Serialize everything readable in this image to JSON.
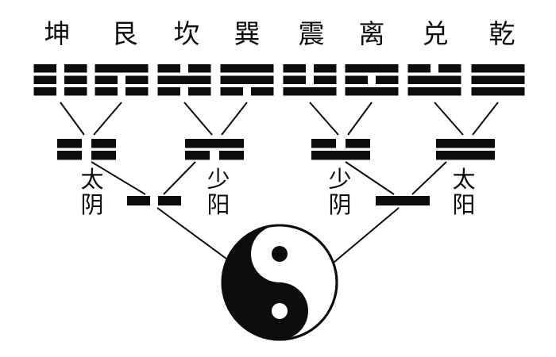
{
  "palette": {
    "ink": "#0c0c0c",
    "background": "#ffffff"
  },
  "diagram": {
    "trigrams": [
      {
        "id": "kun",
        "label": "坤",
        "lines": [
          "broken",
          "broken",
          "broken"
        ]
      },
      {
        "id": "gen",
        "label": "艮",
        "lines": [
          "solid",
          "broken",
          "broken"
        ]
      },
      {
        "id": "kan",
        "label": "坎",
        "lines": [
          "broken",
          "solid",
          "broken"
        ]
      },
      {
        "id": "xun",
        "label": "巽",
        "lines": [
          "solid",
          "solid",
          "broken"
        ]
      },
      {
        "id": "zhen",
        "label": "震",
        "lines": [
          "broken",
          "broken",
          "solid"
        ]
      },
      {
        "id": "li",
        "label": "离",
        "lines": [
          "solid",
          "broken",
          "solid"
        ]
      },
      {
        "id": "dui",
        "label": "兑",
        "lines": [
          "broken",
          "solid",
          "solid"
        ]
      },
      {
        "id": "qian",
        "label": "乾",
        "lines": [
          "solid",
          "solid",
          "solid"
        ]
      }
    ],
    "sixiang": [
      {
        "id": "taiyin",
        "label": "太阴",
        "lines": [
          "broken",
          "broken"
        ],
        "parents": [
          "kun",
          "gen"
        ]
      },
      {
        "id": "shaoyang",
        "label": "少阳",
        "lines": [
          "solid",
          "broken"
        ],
        "parents": [
          "kan",
          "xun"
        ]
      },
      {
        "id": "shaoyin",
        "label": "少阴",
        "lines": [
          "broken",
          "solid"
        ],
        "parents": [
          "zhen",
          "li"
        ]
      },
      {
        "id": "taiyang",
        "label": "太阳",
        "lines": [
          "solid",
          "solid"
        ],
        "parents": [
          "dui",
          "qian"
        ]
      }
    ],
    "liangyi": [
      {
        "id": "yin",
        "line": "broken",
        "parents": [
          "taiyin",
          "shaoyang"
        ]
      },
      {
        "id": "yang",
        "line": "solid",
        "parents": [
          "shaoyin",
          "taiyang"
        ]
      }
    ],
    "taiji": {
      "id": "taiji",
      "symbol": "yin-yang"
    }
  }
}
